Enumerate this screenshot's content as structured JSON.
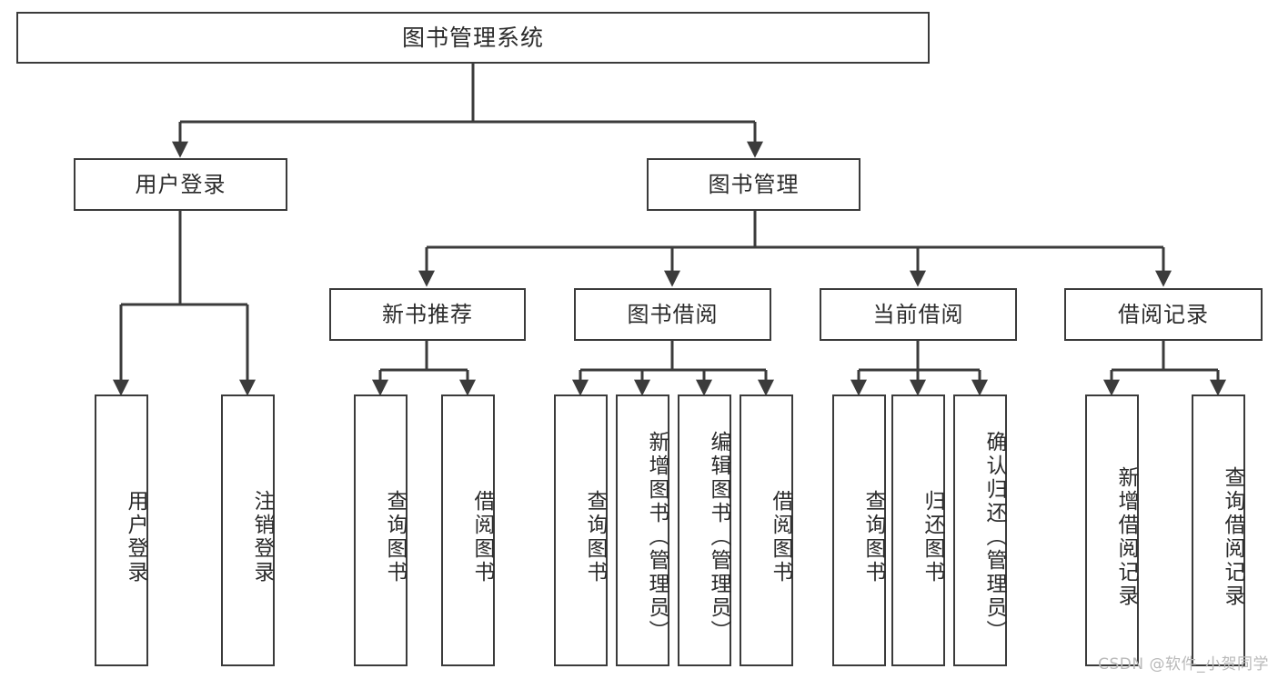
{
  "diagram": {
    "type": "tree",
    "title": "图书管理系统",
    "root": {
      "id": "root",
      "label": "图书管理系统",
      "orientation": "horizontal"
    },
    "level2": [
      {
        "id": "user-login",
        "label": "用户登录",
        "orientation": "horizontal"
      },
      {
        "id": "book-manage",
        "label": "图书管理",
        "orientation": "horizontal"
      }
    ],
    "level3": [
      {
        "id": "new-book-rec",
        "label": "新书推荐",
        "orientation": "horizontal",
        "parent": "book-manage"
      },
      {
        "id": "book-borrow",
        "label": "图书借阅",
        "orientation": "horizontal",
        "parent": "book-manage"
      },
      {
        "id": "current-borrow",
        "label": "当前借阅",
        "orientation": "horizontal",
        "parent": "book-manage"
      },
      {
        "id": "borrow-record",
        "label": "借阅记录",
        "orientation": "horizontal",
        "parent": "book-manage"
      }
    ],
    "leaves": [
      {
        "id": "leaf-user-login",
        "label": "用户登录",
        "parent": "user-login"
      },
      {
        "id": "leaf-user-logout",
        "label": "注销登录",
        "parent": "user-login"
      },
      {
        "id": "leaf-query-book-1",
        "label": "查询图书",
        "parent": "new-book-rec"
      },
      {
        "id": "leaf-borrow-book-1",
        "label": "借阅图书",
        "parent": "new-book-rec"
      },
      {
        "id": "leaf-query-book-2",
        "label": "查询图书",
        "parent": "book-borrow"
      },
      {
        "id": "leaf-add-book",
        "label": "新增图书（管理员）",
        "parent": "book-borrow"
      },
      {
        "id": "leaf-edit-book",
        "label": "编辑图书（管理员）",
        "parent": "book-borrow"
      },
      {
        "id": "leaf-borrow-book-2",
        "label": "借阅图书",
        "parent": "book-borrow"
      },
      {
        "id": "leaf-query-book-3",
        "label": "查询图书",
        "parent": "current-borrow"
      },
      {
        "id": "leaf-return-book",
        "label": "归还图书",
        "parent": "current-borrow"
      },
      {
        "id": "leaf-confirm-return",
        "label": "确认归还（管理员）",
        "parent": "current-borrow"
      },
      {
        "id": "leaf-add-record",
        "label": "新增借阅记录",
        "parent": "borrow-record"
      },
      {
        "id": "leaf-query-record",
        "label": "查询借阅记录",
        "parent": "borrow-record"
      }
    ],
    "colors": {
      "node_border": "#3b3b3b",
      "node_fill": "#ffffff",
      "edge": "#3b3b3b",
      "text": "#2b2b2b",
      "background": "#ffffff",
      "watermark": "#b9b9b9"
    }
  },
  "watermark": {
    "text": "CSDN @软件_小贺同学"
  }
}
